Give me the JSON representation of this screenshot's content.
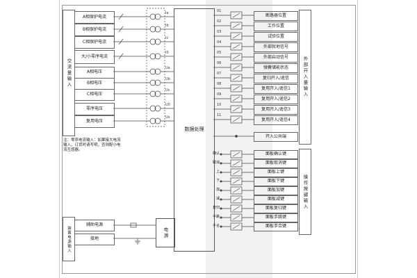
{
  "side_labels": {
    "ac": "交流量输入",
    "di": "外部开入量输入",
    "keys": "操作按键输入",
    "power": "装置电源输入"
  },
  "processing": {
    "label": "数据处理"
  },
  "power": {
    "rows": [
      {
        "label": "辅助电源"
      },
      {
        "label": "接地"
      }
    ],
    "box_label": "电源"
  },
  "ac_rows": [
    {
      "label": "A相保护电流",
      "code": "Ia"
    },
    {
      "label": "B相保护电流",
      "code": "Ib"
    },
    {
      "label": "C相保护电流",
      "code": "Ic"
    },
    {
      "label": "大/小零序电流",
      "code": "I0"
    },
    {
      "label": "A相电压",
      "code": "Ua"
    },
    {
      "label": "B相电压",
      "code": "Ub"
    },
    {
      "label": "C相电压",
      "code": "Uc"
    },
    {
      "label": "零序电压",
      "code": "U0"
    },
    {
      "label": "复用电压",
      "code": "Ux"
    }
  ],
  "di_rows": [
    {
      "label": "断路器位置",
      "code": "01"
    },
    {
      "label": "工作位置",
      "code": "02"
    },
    {
      "label": "试验位置",
      "code": "03"
    },
    {
      "label": "外部就地信号",
      "code": "04"
    },
    {
      "label": "外部启动信号",
      "code": "05"
    },
    {
      "label": "弹簧储能状态",
      "code": "06"
    },
    {
      "label": "复归开入/遥信",
      "code": "07"
    },
    {
      "label": "复用开入/遥信1",
      "code": "08"
    },
    {
      "label": "复用开入/遥信2",
      "code": "09"
    },
    {
      "label": "复用开入/遥信3",
      "code": "10"
    },
    {
      "label": "复用开入/遥信4",
      "code": "11"
    },
    {
      "label": "开入公共端",
      "code": ""
    }
  ],
  "key_rows": [
    {
      "key": "确认",
      "label": "面板确认键"
    },
    {
      "key": "取消",
      "label": "面板取消键"
    },
    {
      "key": "上",
      "label": "面板上键"
    },
    {
      "key": "下",
      "label": "面板下键"
    },
    {
      "key": "加",
      "label": "面板加键"
    },
    {
      "key": "减",
      "label": "面板减键"
    },
    {
      "key": "复归",
      "label": "面板复归键"
    },
    {
      "key": "手跳",
      "label": "面板手跳键"
    },
    {
      "key": "手合",
      "label": "面板手合键"
    }
  ],
  "note": {
    "lines": [
      "注：零序电流输入：如果接大电流",
      "输入，订货时请写明，否则配小电",
      "流互感器。"
    ]
  }
}
